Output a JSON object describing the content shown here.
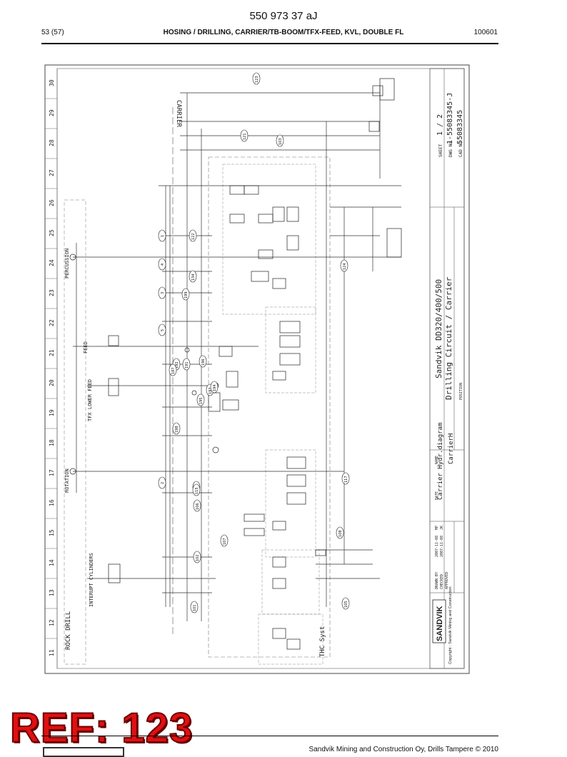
{
  "header": {
    "doc_title": "550 973 37 aJ",
    "page": "53 (57)",
    "title": "HOSING / DRILLING, CARRIER/TB-BOOM/TFX-FEED, KVL, DOUBLE FL",
    "date": "100601"
  },
  "diagram": {
    "grid_columns": [
      "11",
      "12",
      "13",
      "14",
      "15",
      "16",
      "17",
      "18",
      "19",
      "20",
      "21",
      "22",
      "23",
      "24",
      "25",
      "26",
      "27",
      "28",
      "29",
      "30"
    ],
    "zones": {
      "carrier": "CARRIER",
      "rock_drill": "ROCK DRILL",
      "ths": "THC Syst",
      "rotation": "ROTATION",
      "percussion": "PERCUSSION",
      "feed": "FEED",
      "tfx_lower_feed": "TFX LOWER FEED",
      "retract_cylinders": "INTERUPT CYLINDERS"
    },
    "callouts": [
      "123",
      "121",
      "103",
      "122",
      "134",
      "199",
      "191",
      "192",
      "187",
      "195",
      "193",
      "194",
      "196",
      "198",
      "124",
      "117",
      "116",
      "115",
      "102",
      "101",
      "106",
      "107",
      "108",
      "105",
      "1",
      "4",
      "3",
      "2",
      "5"
    ],
    "title_block": {
      "company": "SANDVIK",
      "copyright": "Copyright : Sandvik Mining and Construction",
      "product": "Sandvik DD320/400/500",
      "drawing_title": "Drilling Circuit / Carrier",
      "subtitle": "Carrier Hydr.diagram",
      "part": "CarrierH",
      "sheet": "1 / 2",
      "drawing_no": "1-55083345-J",
      "cad_no": "55083345",
      "labels": {
        "sheet": "SHEET",
        "dwg_no": "DWG No",
        "cad_no": "CAD No",
        "date": "DATE",
        "name": "NAME",
        "drawn_by": "DRAWN BY",
        "checked": "CHECKED",
        "approved": "APPROVED",
        "position": "POSITION"
      },
      "dates": {
        "drawn": "2007-11-08",
        "checked": "2007-11-08"
      },
      "names": {
        "drawn": "MP",
        "checked": "JK"
      }
    }
  },
  "footer": {
    "stamp": "REF: 123",
    "text": "Sandvik Mining and Construction Oy, Drills Tampere © 2010"
  }
}
